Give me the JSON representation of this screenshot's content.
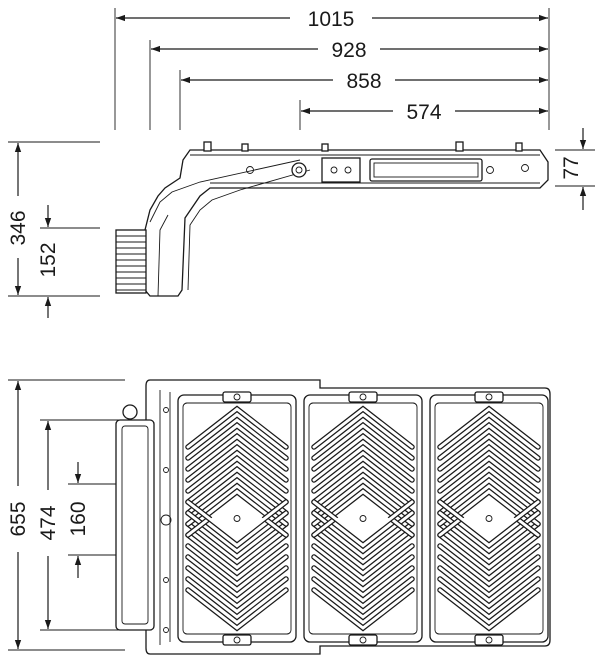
{
  "drawing": {
    "dimensions": {
      "width_1015": "1015",
      "width_928": "928",
      "width_858": "858",
      "width_574": "574",
      "height_77": "77",
      "height_346": "346",
      "height_152": "152",
      "height_655": "655",
      "height_474": "474",
      "height_160": "160"
    },
    "unit_note": ""
  }
}
